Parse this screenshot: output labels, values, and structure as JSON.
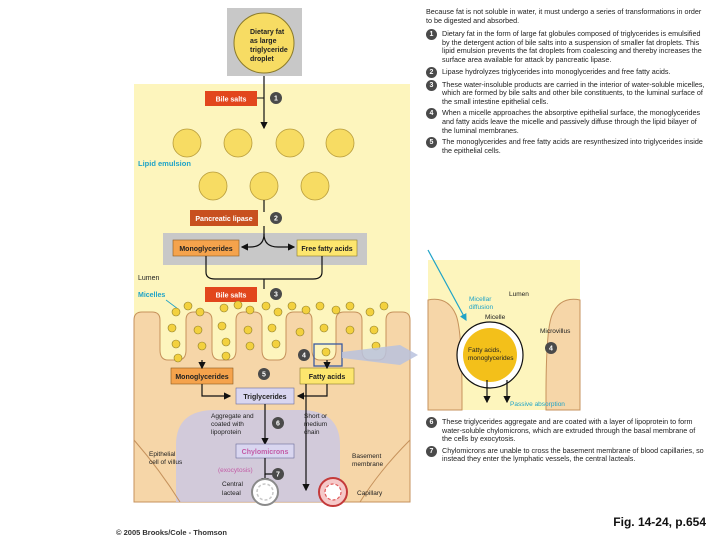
{
  "intro": "Because fat is not soluble in water, it must undergo a series of transformations in order to be digested and absorbed.",
  "steps_top": [
    {
      "num": "1",
      "text": "Dietary fat in the form of large fat globules composed of triglycerides is emulsified by the detergent action of bile salts into a suspension of smaller fat droplets. This lipid emulsion prevents the fat droplets from coalescing and thereby increases the surface area available for attack by pancreatic lipase."
    },
    {
      "num": "2",
      "text": "Lipase hydrolyzes triglycerides into monoglycerides and free fatty acids."
    },
    {
      "num": "3",
      "text": "These water-insoluble products are carried in the interior of water-soluble micelles, which are formed by bile salts and other bile constituents, to the luminal surface of the small intestine epithelial cells."
    },
    {
      "num": "4",
      "text": "When a micelle approaches the absorptive epithelial surface, the monoglycerides and fatty acids leave the micelle and passively diffuse through the lipid bilayer of the luminal membranes."
    },
    {
      "num": "5",
      "text": "The monoglycerides and free fatty acids are resynthesized into triglycerides inside the epithelial cells."
    }
  ],
  "steps_bottom": [
    {
      "num": "6",
      "text": "These triglycerides aggregate and are coated with a layer of lipoprotein to form water-soluble chylomicrons, which are extruded through the basal membrane of the cells by exocytosis."
    },
    {
      "num": "7",
      "text": "Chylomicrons are unable to cross the basement membrane of blood capillaries, so instead they enter the lymphatic vessels, the central lacteals."
    }
  ],
  "labels": {
    "droplet_l1": "Dietary fat",
    "droplet_l2": "as large",
    "droplet_l3": "triglyceride",
    "droplet_l4": "droplet",
    "bile_salts": "Bile salts",
    "lipid_emulsion": "Lipid emulsion",
    "pancreatic_lipase": "Pancreatic lipase",
    "monoglycerides": "Monoglycerides",
    "free_fatty_acids": "Free fatty acids",
    "lumen": "Lumen",
    "micelles": "Micelles",
    "fatty_acids": "Fatty acids",
    "triglycerides": "Triglycerides",
    "aggregate_l1": "Aggregate and",
    "aggregate_l2": "coated with",
    "aggregate_l3": "lipoprotein",
    "short_l1": "Short or",
    "short_l2": "medium",
    "short_l3": "chain",
    "chylomicrons": "Chylomicrons",
    "exocytosis": "(exocytosis)",
    "epithelial_l1": "Epithelial",
    "epithelial_l2": "cell of villus",
    "basement_l1": "Basement",
    "basement_l2": "membrane",
    "central_l1": "Central",
    "central_l2": "lacteal",
    "capillary": "Capillary",
    "inset_lumen": "Lumen",
    "micellar_l1": "Micellar",
    "micellar_l2": "diffusion",
    "micelle": "Micelle",
    "microvillus": "Microvillus",
    "inset_fa_l1": "Fatty acids,",
    "inset_fa_l2": "monoglycerides",
    "passive_absorption": "Passive absorption"
  },
  "badges": {
    "b1": "1",
    "b2": "2",
    "b3": "3",
    "b4": "4",
    "b5": "5",
    "b6": "6",
    "b7": "7",
    "inset4": "4"
  },
  "figure_label": "Fig. 14-24, p.654",
  "copyright": "© 2005 Brooks/Cole - Thomson",
  "colors": {
    "panel_yellow": "#fdf5bd",
    "cell_tan": "#f6d6a8",
    "bile_red": "#e2461c",
    "lipase_orange": "#c8501f",
    "mono_orange": "#f5a34c",
    "ffa_yellow": "#fde66e",
    "droplet_yellow": "#f7dc63",
    "micelle_yellow": "#f3d13e",
    "lavender": "#c9c7e6",
    "chylo_purple": "#c35ba6",
    "cyan_label": "#1fa3c7",
    "capillary_red": "#e05a5a"
  }
}
